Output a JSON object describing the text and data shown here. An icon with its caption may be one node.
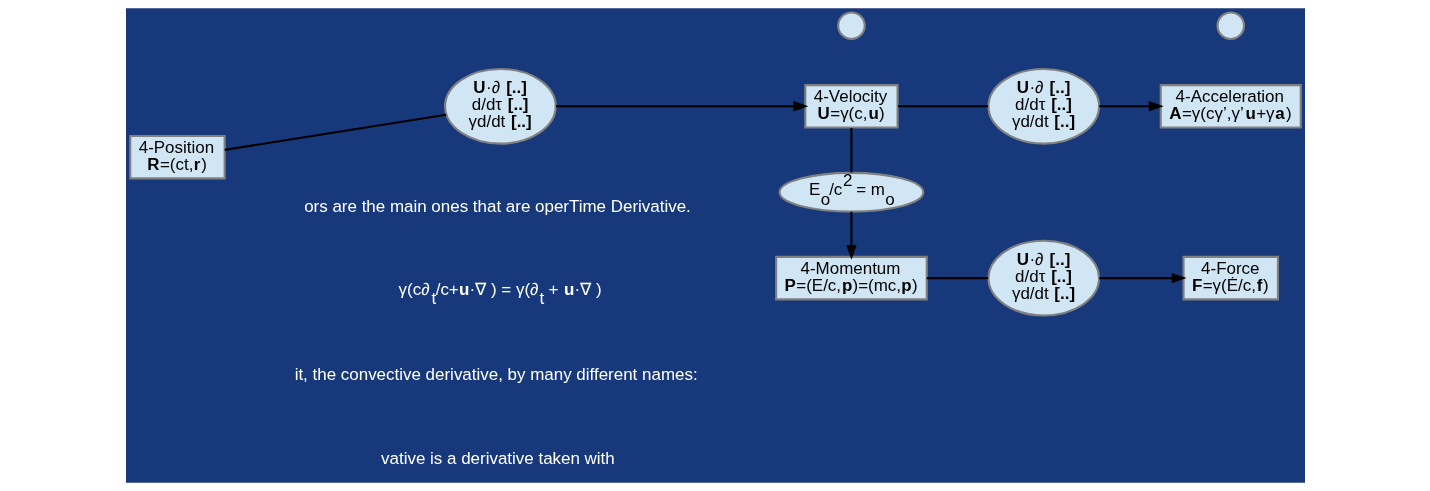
{
  "diagram": {
    "nodes": [
      {
        "text": [
          "4-Position",
          "**R**=(ct,**r**)"
        ]
      },
      {
        "text": [
          "**U**·∂ **[..]**",
          "d/dτ **[..]**",
          "γd/dt **[..]**"
        ]
      },
      {
        "text": [
          "4-Velocity",
          "**U**=γ(c,**u**)"
        ]
      },
      {
        "text": [
          "**U**·∂ **[..]**",
          "d/dτ **[..]**",
          "γd/dt **[..]**"
        ]
      },
      {
        "text": [
          "4-Acceleration",
          "**A**=γ(cγ’,γ’**u**+γ**a**)"
        ]
      },
      {
        "text": [
          "E$_{o}$/c$^{2}$ = m$_{o}$"
        ]
      },
      {
        "text": [],
        "shape": "circle"
      },
      {
        "text": [],
        "shape": "circle"
      },
      {
        "text": [
          "4-Momentum",
          "**P**=(E/c,**p**)=(mc,**p**)"
        ]
      },
      {
        "text": [
          "**U**·∂ **[..]**",
          "d/dτ **[..]**",
          "γd/dt **[..]**"
        ]
      },
      {
        "text": [
          "4-Force",
          "**F**=γ(Ė/c,**f**)"
        ]
      }
    ],
    "edges": [
      {
        "from": 0,
        "to": 1,
        "arrow": "none"
      },
      {
        "from": 1,
        "to": 2,
        "arrow": "to"
      },
      {
        "from": 2,
        "to": 3,
        "arrow": "none"
      },
      {
        "from": 3,
        "to": 4,
        "arrow": "to"
      },
      {
        "from": 2,
        "to": 5,
        "arrow": "none"
      },
      {
        "from": 5,
        "to": 8,
        "arrow": "to"
      },
      {
        "from": 8,
        "to": 9,
        "arrow": "none"
      },
      {
        "from": 9,
        "to": 10,
        "arrow": "to"
      }
    ],
    "labels": [
      "ors are the main ones that are operTime Derivative.",
      "γ(c∂$_{t}$/c+**u**·∇ ) = γ(∂$_{t}$ + **u**·∇ )",
      "it, the convective derivative, by many different names:",
      "vative is a derivative taken with"
    ]
  }
}
